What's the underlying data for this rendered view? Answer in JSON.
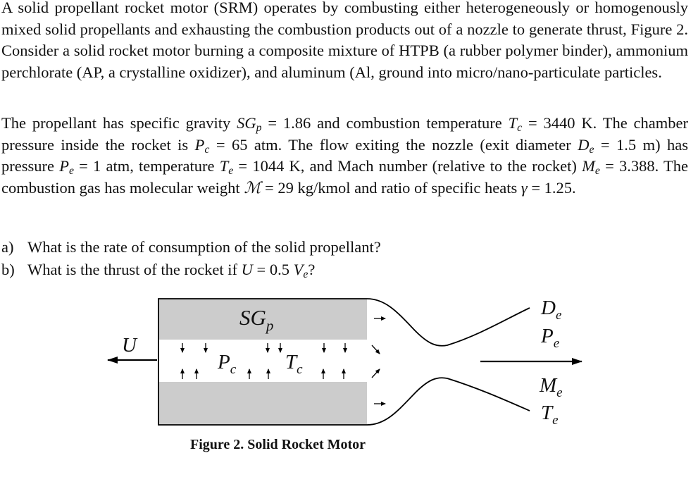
{
  "paragraph1": {
    "lines": [
      "A solid propellant rocket motor (SRM) operates by combusting either heterogeneously or",
      "homogenously mixed solid propellants and exhausting the combustion products out of a nozzle to",
      "generate thrust, Figure 2. Consider a solid rocket motor burning a composite mixture of HTPB (a",
      "rubber polymer binder), ammonium perchlorate (AP, a crystalline oxidizer), and aluminum (Al,",
      "ground into micro/nano-particulate particles."
    ]
  },
  "paragraph2": {
    "t1": "The propellant has specific gravity ",
    "sg": "SG",
    "sg_sub": "p",
    "t2": " = 1.86 and combustion temperature ",
    "tc": "T",
    "tc_sub": "c",
    "t3": " = 3440 K. The chamber pressure inside the rocket is ",
    "pc": "P",
    "pc_sub": "c",
    "t4": " = 65 atm. The flow exiting the nozzle (exit diameter ",
    "de": "D",
    "de_sub": "e",
    "t5": " = 1.5 m) has pressure ",
    "pe": "P",
    "pe_sub": "e",
    "t6": " = 1 atm, temperature ",
    "te": "T",
    "te_sub": "e",
    "t7": " = 1044 K, and Mach number (relative to the rocket) ",
    "me": "M",
    "me_sub": "e",
    "t8": " = 3.388. The combustion gas has molecular weight ",
    "mw": "ℳ",
    "t9": " = 29 kg/kmol and ratio of specific heats ",
    "gamma": "γ",
    "t10": " = 1.25."
  },
  "questions": [
    {
      "label": "a)",
      "text": "What is the rate of consumption of the solid propellant?"
    },
    {
      "label": "b)",
      "pre": "What is the thrust of the rocket if ",
      "u": "U",
      "mid": " = 0.5 ",
      "v": "V",
      "v_sub": "e",
      "post": "?"
    }
  ],
  "figure": {
    "labels": {
      "sg": "SG",
      "sg_sub": "p",
      "u": "U",
      "pc": "P",
      "pc_sub": "c",
      "tc": "T",
      "tc_sub": "c",
      "de": "D",
      "de_sub": "e",
      "pe": "P",
      "pe_sub": "e",
      "me": "M",
      "me_sub": "e",
      "te": "T",
      "te_sub": "e"
    },
    "caption": "Figure 2. Solid Rocket Motor",
    "colors": {
      "propellant_fill": "#cccccc",
      "stroke": "#000000"
    }
  }
}
